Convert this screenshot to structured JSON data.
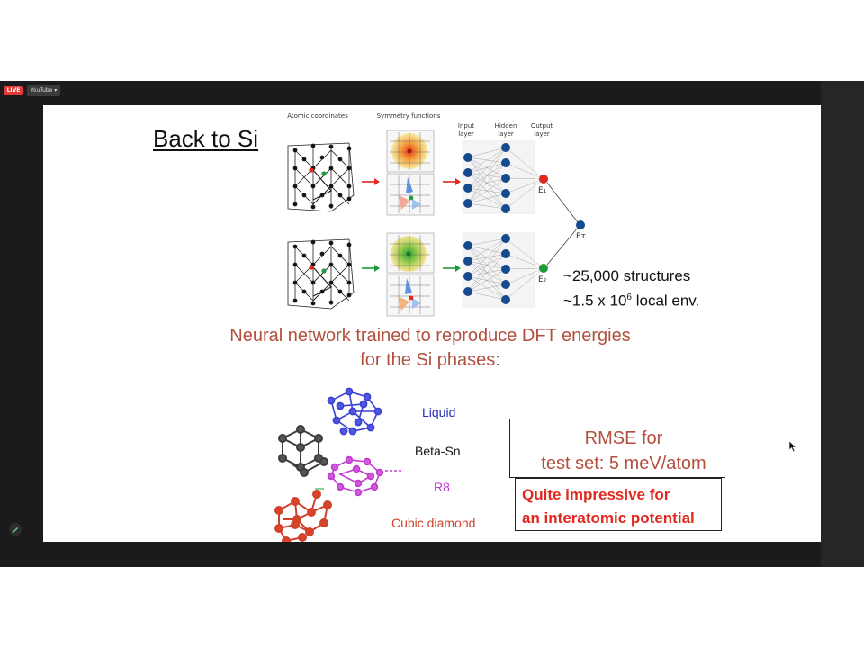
{
  "player": {
    "live_badge": "LIVE",
    "source_button": "YouTube ▾",
    "pencil_icon": "pencil-icon"
  },
  "slide": {
    "title": "Back to Si",
    "column_labels": {
      "atomic": "Atomic coordinates",
      "symmetry": "Symmetry functions",
      "input": "Input\nlayer",
      "hidden": "Hidden\nlayer",
      "output": "Output\nlayer"
    },
    "outputs": {
      "e1": "E₁",
      "e2": "E₂",
      "et": "Eᴛ"
    },
    "stats": {
      "line1": "~25,000 structures",
      "line2_pre": "~1.5 x 10",
      "line2_sup": "6",
      "line2_post": " local env."
    },
    "headline": {
      "line1": "Neural network trained to reproduce DFT energies",
      "line2": "for the Si phases:"
    },
    "phases": [
      {
        "label": "Liquid",
        "color": "#2a2fb8"
      },
      {
        "label": "Beta-Sn",
        "color": "#111111"
      },
      {
        "label": "R8",
        "color": "#c13ad0"
      },
      {
        "label": "Cubic diamond",
        "color": "#d0412a"
      }
    ],
    "rmse": {
      "line1": "RMSE for",
      "line2": "test set: 5 meV/atom"
    },
    "impressive": {
      "line1": "Quite impressive for",
      "line2": "an interatomic potential"
    },
    "colors": {
      "red": "#e0281e",
      "green": "#1f9a3a",
      "blue_node": "#154a8e"
    }
  }
}
